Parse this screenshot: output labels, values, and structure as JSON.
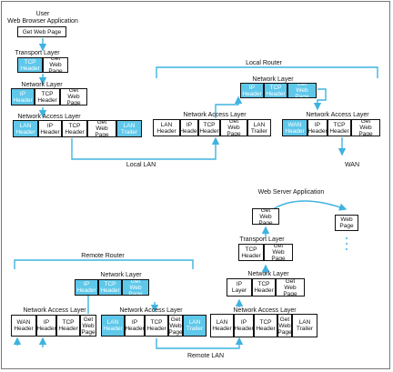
{
  "accent_color": "#5fc8ea",
  "top_stack": {
    "user_label": "User",
    "app_label": "Web Browser Application",
    "app_box": "Get Web Page",
    "transport_label": "Transport Layer",
    "transport_boxes": [
      "TCP\nHeader",
      "Get\nWeb Page"
    ],
    "network_label": "Network Layer",
    "network_boxes": [
      "IP\nHeader",
      "TCP\nHeader",
      "Get\nWeb Page"
    ],
    "access_label": "Network Access Layer",
    "access_boxes": [
      "LAN\nHeader",
      "IP\nHeader",
      "TCP\nHeader",
      "Get\nWeb Page",
      "LAN\nTrailer"
    ]
  },
  "local_router": {
    "title": "Local Router",
    "network_label": "Network Layer",
    "network_boxes": [
      "IP\nHeader",
      "TCP\nHeader",
      "Get\nWeb Page"
    ],
    "access_left_label": "Network Access Layer",
    "access_left_boxes": [
      "LAN\nHeader",
      "IP\nHeader",
      "TCP\nHeader",
      "Get\nWeb Page",
      "LAN\nTrailer"
    ],
    "access_right_label": "Network Access Layer",
    "access_right_boxes": [
      "WAN\nHeader",
      "IP\nHeader",
      "TCP\nHeader",
      "Get\nWeb Page"
    ],
    "local_lan_label": "Local LAN",
    "wan_label": "WAN"
  },
  "server_stack": {
    "app_label": "Web Server Application",
    "app_box": "Get\nWeb Page",
    "web_page_box": "Web\nPage",
    "transport_label": "Transport Layer",
    "transport_boxes": [
      "TCP\nHeader",
      "Get\nWeb Page"
    ],
    "network_label": "Network Layer",
    "network_boxes": [
      "IP\nLayer",
      "TCP\nHeader",
      "Get\nWeb Page"
    ],
    "access_label": "Network Access Layer",
    "access_boxes": [
      "LAN\nHeader",
      "IP\nHeader",
      "TCP\nHeader",
      "Get\nWeb\nPage",
      "LAN\nTrailer"
    ]
  },
  "remote_router": {
    "title": "Remote Router",
    "network_label": "Network Layer",
    "network_boxes": [
      "IP\nHeader",
      "TCP\nHeader",
      "Get\nWeb Page"
    ],
    "access_left_label": "Network Access Layer",
    "access_left_boxes": [
      "WAN\nHeader",
      "IP\nHeader",
      "TCP\nHeader",
      "Get\nWeb\nPage"
    ],
    "access_right_label": "Network Access Layer",
    "access_right_boxes": [
      "LAN\nHeader",
      "IP\nHeader",
      "TCP\nHeader",
      "Get\nWeb Page",
      "LAN\nTrailer"
    ],
    "remote_lan_label": "Remote LAN"
  }
}
